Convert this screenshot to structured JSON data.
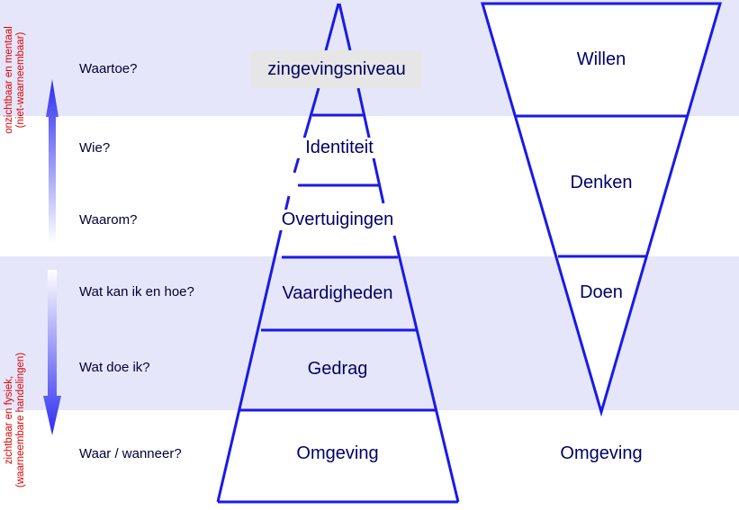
{
  "side_labels": {
    "top": [
      "onzichtbaar en mentaal",
      "(niet-waarneembaar)"
    ],
    "bottom": [
      "zichtbaar en fysiek,",
      "(waarneembare handelingen)"
    ]
  },
  "questions": [
    "Waartoe?",
    "Wie?",
    "Waarom?",
    "Wat kan ik en hoe?",
    "Wat doe ik?",
    "Waar / wanneer?"
  ],
  "pyramid": {
    "levels": [
      "zingevingsniveau",
      "Identiteit",
      "Overtuigingen",
      "Vaardigheden",
      "Gedrag",
      "Omgeving"
    ]
  },
  "funnel": {
    "levels": [
      "Willen",
      "Denken",
      "Doen"
    ],
    "below": "Omgeving"
  },
  "colors": {
    "band": "#e6e6fa",
    "line": "#1a1ae6",
    "text": "#000066",
    "side_label": "#e00000",
    "highlight_box": "#e6e6e6"
  }
}
